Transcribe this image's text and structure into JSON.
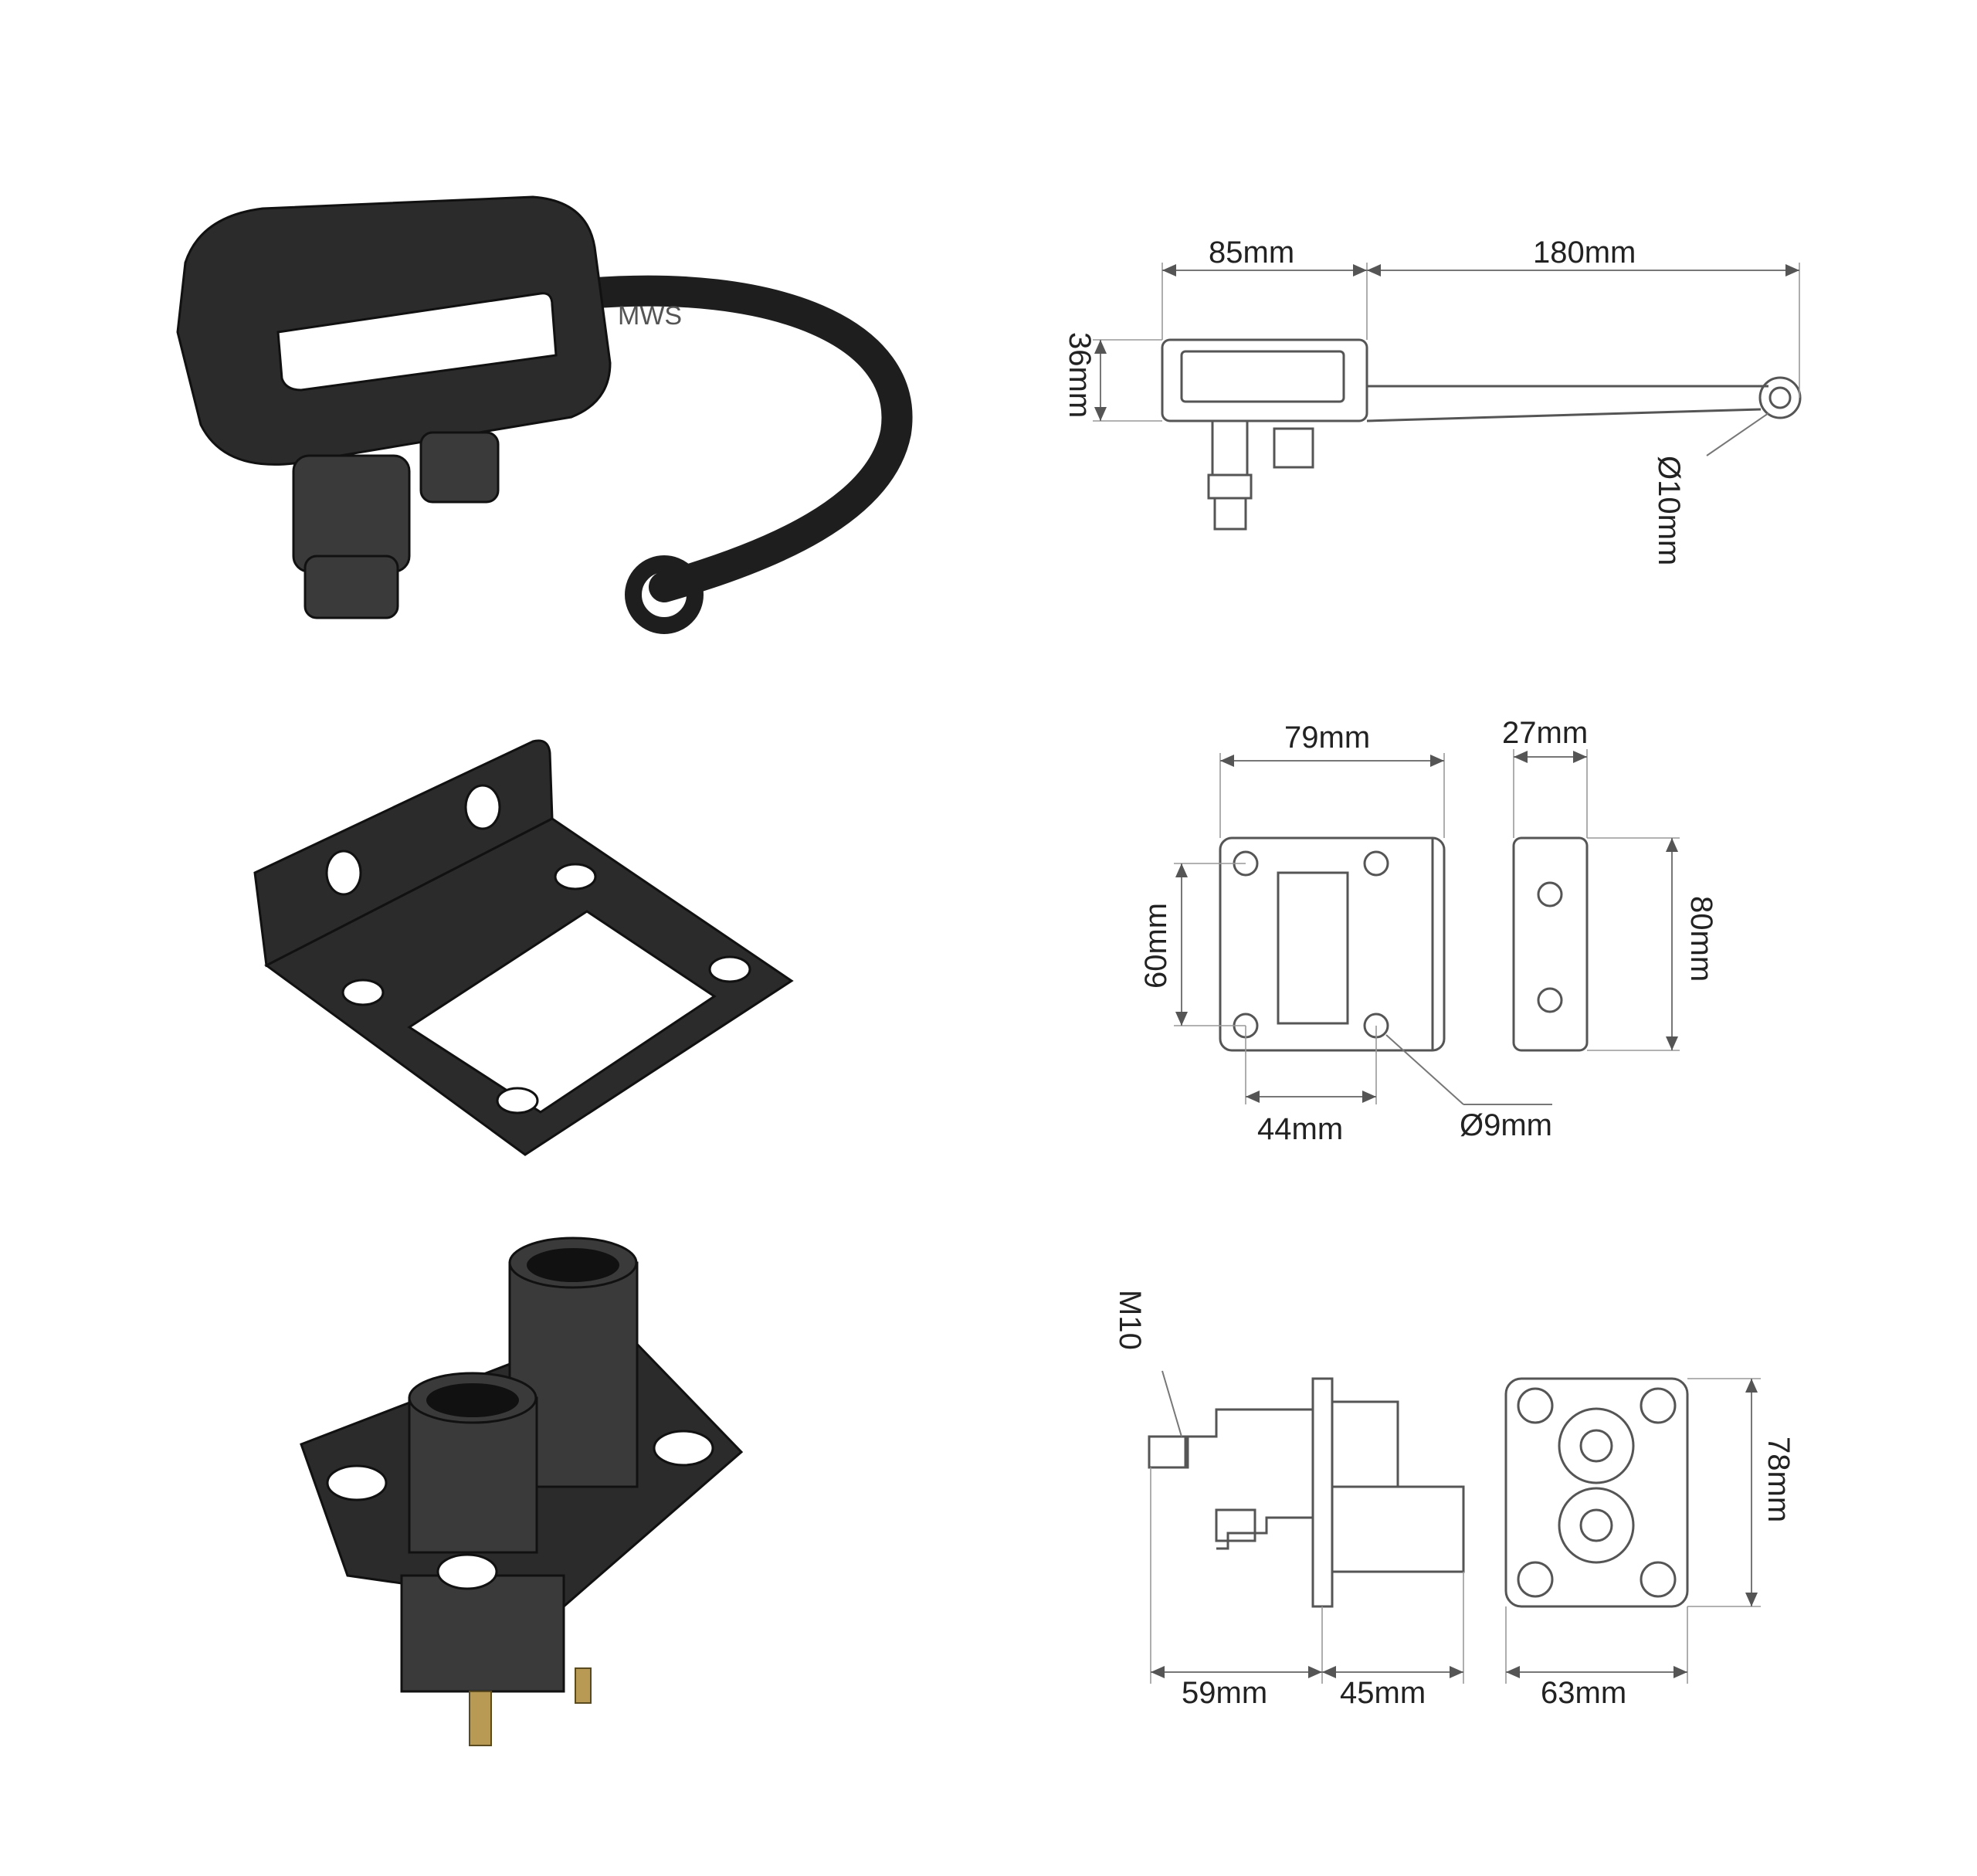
{
  "row1": {
    "photo": {
      "logo_text": "MWS"
    },
    "dims": {
      "width_body": "85mm",
      "strap_length": "180mm",
      "height": "36mm",
      "ring_diameter": "Ø10mm"
    }
  },
  "row2": {
    "dims": {
      "width": "79mm",
      "depth": "27mm",
      "hole_spacing_v": "60mm",
      "height": "80mm",
      "hole_spacing_h": "44mm",
      "hole_diameter": "Ø9mm"
    }
  },
  "row3": {
    "dims": {
      "thread": "M10",
      "rear_length": "59mm",
      "front_length": "45mm",
      "width": "63mm",
      "height": "78mm"
    }
  }
}
